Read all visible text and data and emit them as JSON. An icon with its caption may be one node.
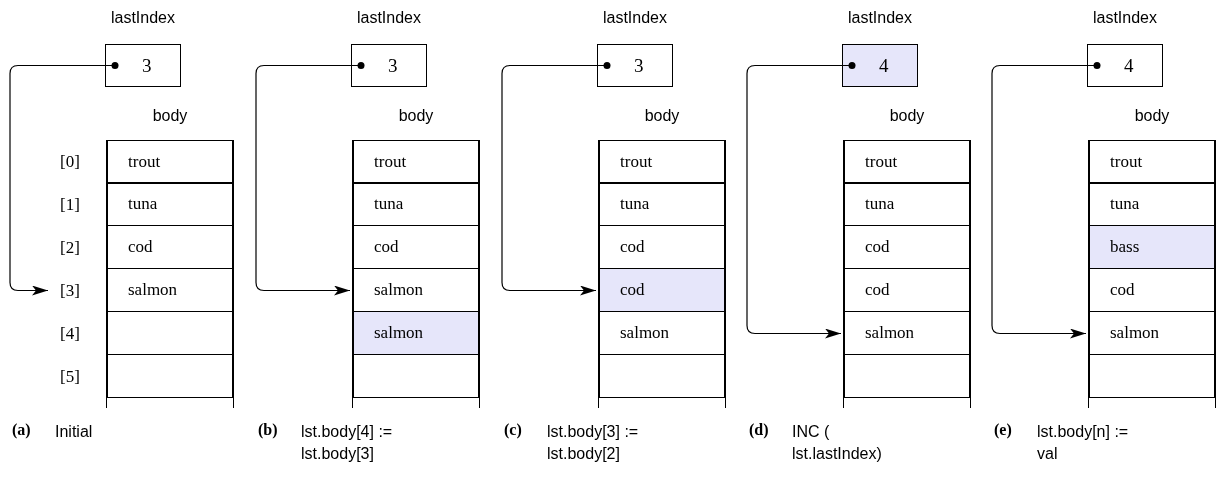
{
  "diagram": {
    "nodes": [
      {
        "text": [
          "lastIndex",
          "3"
        ]
      },
      {
        "text": [
          "body"
        ]
      },
      {
        "text": [
          "trout"
        ],
        "in": 1
      },
      {
        "text": [
          "tuna"
        ],
        "in": 1
      },
      {
        "text": [
          "cod"
        ],
        "in": 1
      },
      {
        "text": [
          "salmon"
        ],
        "in": 1
      },
      {
        "text": [],
        "shape": "box",
        "in": 1
      },
      {
        "text": [],
        "shape": "box",
        "in": 1
      },
      {
        "text": [
          "[0]"
        ]
      },
      {
        "text": [
          "[1]"
        ]
      },
      {
        "text": [
          "[2]"
        ]
      },
      {
        "text": [
          "[3]"
        ]
      },
      {
        "text": [
          "[4]"
        ]
      },
      {
        "text": [
          "[5]"
        ]
      },
      {
        "text": [
          "lastIndex",
          "3"
        ]
      },
      {
        "text": [
          "body"
        ]
      },
      {
        "text": [
          "trout"
        ],
        "in": 15
      },
      {
        "text": [
          "tuna"
        ],
        "in": 15
      },
      {
        "text": [
          "cod"
        ],
        "in": 15
      },
      {
        "text": [
          "salmon"
        ],
        "in": 15
      },
      {
        "text": [
          "salmon"
        ],
        "in": 15
      },
      {
        "text": [],
        "shape": "box",
        "in": 15
      },
      {
        "text": [
          "lastIndex",
          "3"
        ]
      },
      {
        "text": [
          "body"
        ]
      },
      {
        "text": [
          "trout"
        ],
        "in": 23
      },
      {
        "text": [
          "tuna"
        ],
        "in": 23
      },
      {
        "text": [
          "cod"
        ],
        "in": 23
      },
      {
        "text": [
          "cod"
        ],
        "in": 23
      },
      {
        "text": [
          "salmon"
        ],
        "in": 23
      },
      {
        "text": [],
        "shape": "box",
        "in": 23
      },
      {
        "text": [
          "lastIndex",
          "4"
        ]
      },
      {
        "text": [
          "body"
        ]
      },
      {
        "text": [
          "trout"
        ],
        "in": 31
      },
      {
        "text": [
          "tuna"
        ],
        "in": 31
      },
      {
        "text": [
          "cod"
        ],
        "in": 31
      },
      {
        "text": [
          "cod"
        ],
        "in": 31
      },
      {
        "text": [
          "salmon"
        ],
        "in": 31
      },
      {
        "text": [],
        "shape": "box",
        "in": 31
      },
      {
        "text": [
          "lastIndex",
          "4"
        ]
      },
      {
        "text": [
          "body"
        ]
      },
      {
        "text": [
          "trout"
        ],
        "in": 39
      },
      {
        "text": [
          "tuna"
        ],
        "in": 39
      },
      {
        "text": [
          "bass"
        ],
        "in": 39
      },
      {
        "text": [
          "cod"
        ],
        "in": 39
      },
      {
        "text": [
          "salmon"
        ],
        "in": 39
      },
      {
        "text": [],
        "shape": "box",
        "in": 39
      }
    ],
    "edges": [
      {
        "from": 0,
        "to": 11,
        "arrow": "to"
      },
      {
        "from": 14,
        "to": 19,
        "arrow": "to"
      },
      {
        "from": 22,
        "to": 27,
        "arrow": "to"
      },
      {
        "from": 30,
        "to": 36,
        "arrow": "to"
      },
      {
        "from": 38,
        "to": 44,
        "arrow": "to"
      }
    ],
    "labels": [
      "(a)",
      "Initial",
      "(b)",
      "lst.body[4] := lst.body[3]",
      "(c)",
      "lst.body[3] := lst.body[2]",
      "(d)",
      "INC ( lst.lastIndex)",
      "(e)",
      "lst.body[n] := val"
    ]
  }
}
